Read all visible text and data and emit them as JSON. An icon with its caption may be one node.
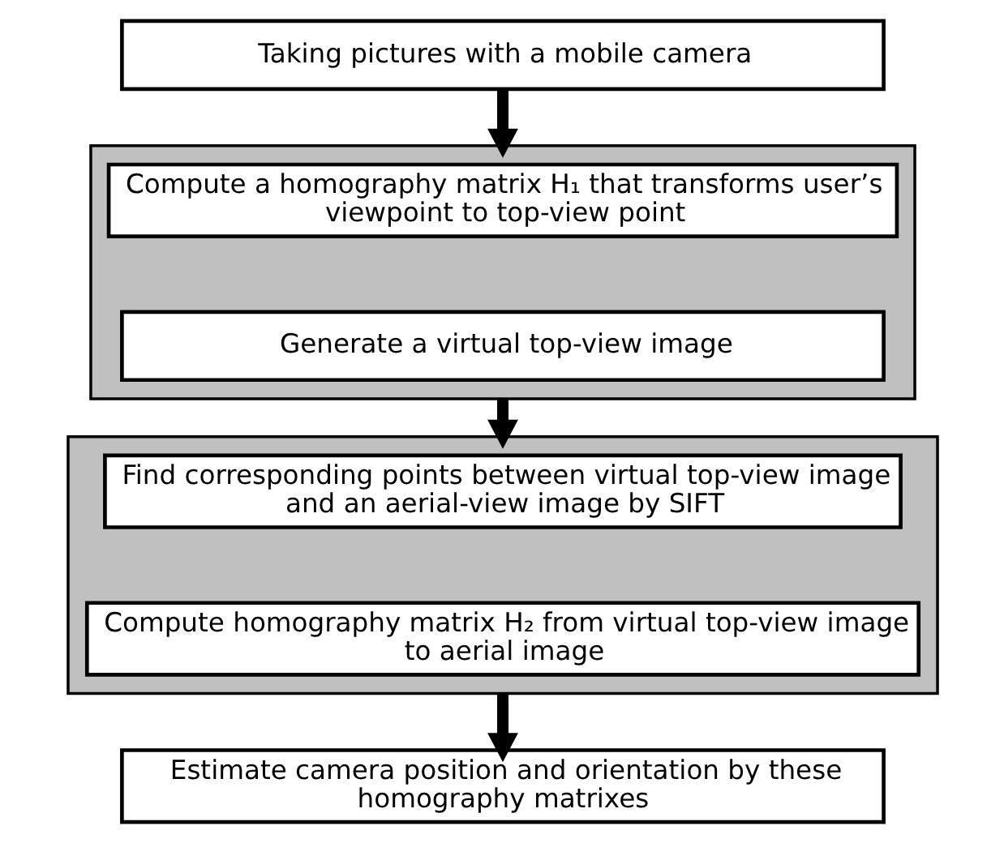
{
  "diagram": {
    "nodes": [
      {
        "text": [
          "Taking pictures with a mobile camera"
        ]
      },
      {
        "text": [],
        "shape": "box"
      },
      {
        "text": [
          "Compute a homography matrix H₁ that transforms user’s viewpoint to top-view point"
        ],
        "in": 1
      },
      {
        "text": [
          "Generate a virtual top-view image"
        ],
        "in": 1
      },
      {
        "text": [],
        "shape": "box"
      },
      {
        "text": [
          "Find corresponding points between virtual top-view image and an aerial-view image by SIFT"
        ],
        "in": 4
      },
      {
        "text": [
          "Compute homography matrix H₂ from virtual top-view image to aerial image"
        ],
        "in": 4
      },
      {
        "text": [
          "Estimate camera position and orientation by these homography matrixes"
        ]
      }
    ],
    "edges": [
      {
        "from": 0,
        "to": 1,
        "arrow": "to"
      },
      {
        "from": 1,
        "to": 4,
        "arrow": "to"
      },
      {
        "from": 4,
        "to": 7,
        "arrow": "to"
      }
    ]
  }
}
